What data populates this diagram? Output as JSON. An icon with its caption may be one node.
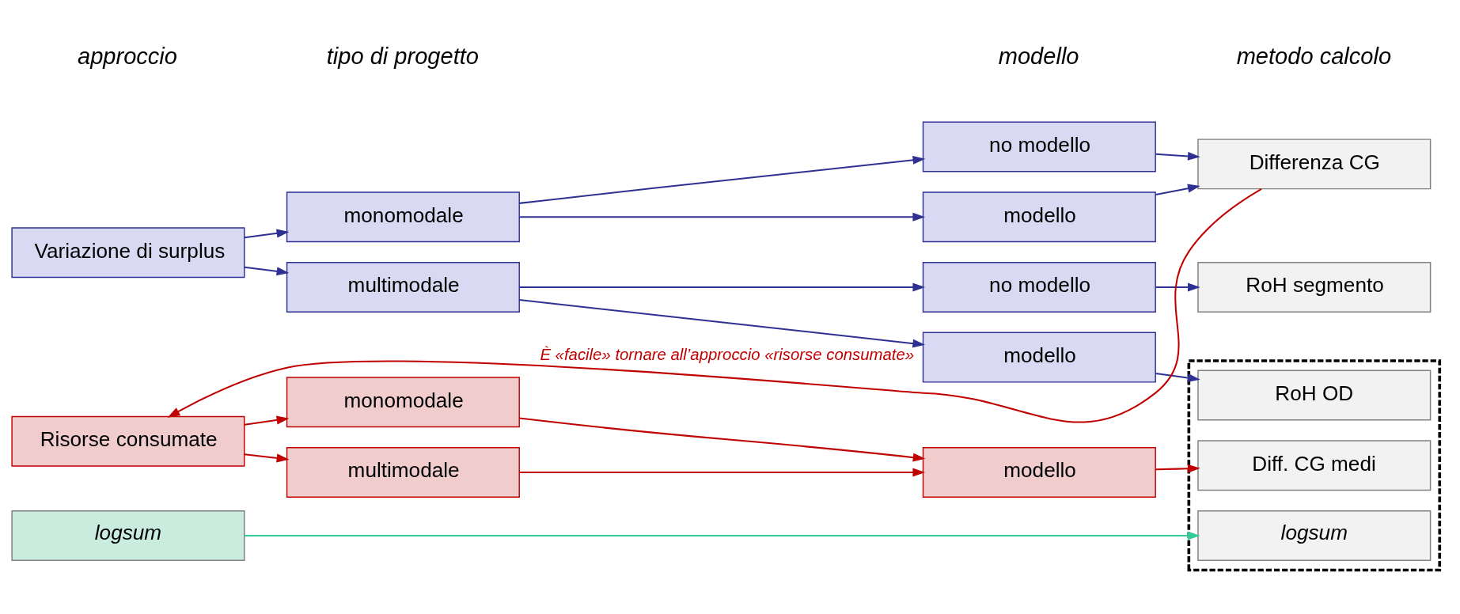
{
  "diagram": {
    "nodes": [
      {
        "text": [
          "Variazione di surplus"
        ]
      },
      {
        "text": [
          "monomodale"
        ]
      },
      {
        "text": [
          "multimodale"
        ]
      },
      {
        "text": [
          "no modello"
        ]
      },
      {
        "text": [
          "modello"
        ]
      },
      {
        "text": [
          "no modello"
        ]
      },
      {
        "text": [
          "modello"
        ]
      },
      {
        "text": [
          "Differenza CG"
        ]
      },
      {
        "text": [
          "RoH segmento"
        ]
      },
      {
        "text": [],
        "shape": "box"
      },
      {
        "text": [
          "RoH OD"
        ],
        "in": 9
      },
      {
        "text": [
          "logsum"
        ],
        "in": 9
      },
      {
        "text": [
          "Diff. CG medi"
        ],
        "in": 9
      },
      {
        "text": [
          "logsum"
        ]
      },
      {
        "text": [
          "Risorse consumate"
        ]
      },
      {
        "text": [
          "monomodale"
        ]
      },
      {
        "text": [
          "multimodale"
        ]
      },
      {
        "text": [
          "modello"
        ]
      }
    ],
    "edges": [
      {
        "from": 0,
        "to": 1,
        "arrow": "to"
      },
      {
        "from": 0,
        "to": 2,
        "arrow": "to"
      },
      {
        "from": 1,
        "to": 3,
        "arrow": "to"
      },
      {
        "from": 1,
        "to": 4,
        "arrow": "to"
      },
      {
        "from": 3,
        "to": 7,
        "arrow": "to"
      },
      {
        "from": 4,
        "to": 7,
        "arrow": "to"
      },
      {
        "from": 2,
        "to": 5,
        "arrow": "to"
      },
      {
        "from": 2,
        "to": 6,
        "arrow": "to"
      },
      {
        "from": 5,
        "to": 8,
        "arrow": "to"
      },
      {
        "from": 6,
        "to": 10,
        "arrow": "to"
      },
      {
        "from": 13,
        "to": 11,
        "arrow": "to",
        "color": "#33cc99"
      },
      {
        "from": 14,
        "to": 15,
        "arrow": "to",
        "color": "#c00000"
      },
      {
        "from": 14,
        "to": 16,
        "arrow": "to",
        "color": "#c00000"
      },
      {
        "from": 15,
        "to": 17,
        "arrow": "to",
        "color": "#c00000"
      },
      {
        "from": 16,
        "to": 17,
        "arrow": "to",
        "color": "#c00000"
      },
      {
        "from": 17,
        "to": 12,
        "arrow": "to",
        "color": "#c00000"
      },
      {
        "from": 7,
        "to": 14,
        "arrow": "to",
        "color": "#c00000",
        "label": "È «facile» tornare all’approccio «risorse consumate»"
      }
    ],
    "labels": [
      "approccio",
      "tipo di progetto",
      "modello",
      "metodo calcolo"
    ]
  }
}
